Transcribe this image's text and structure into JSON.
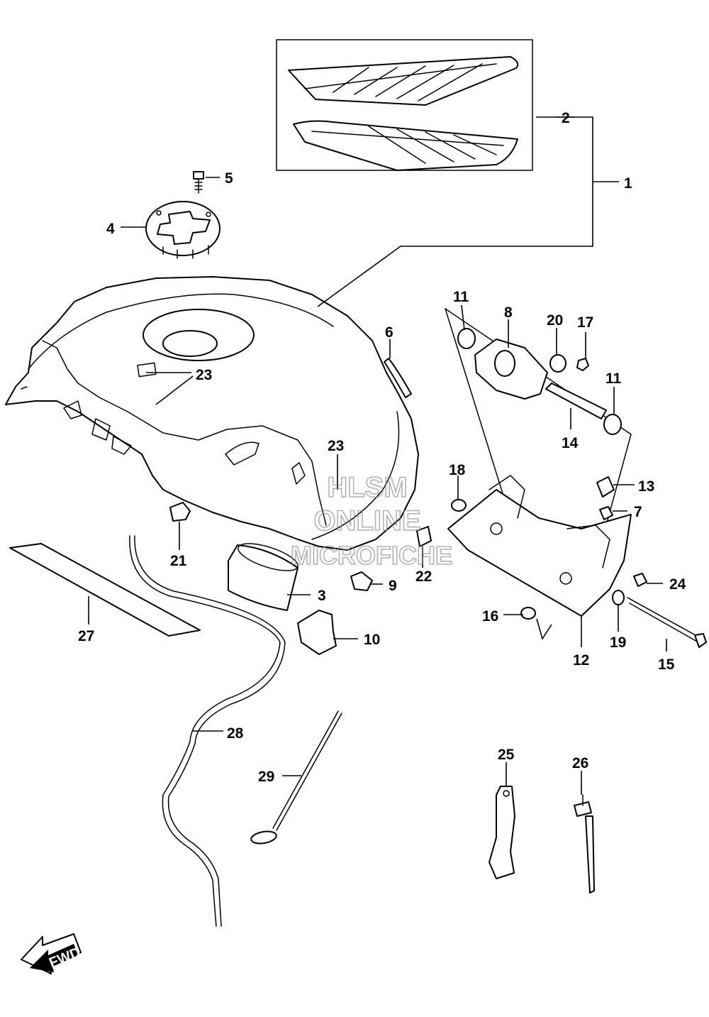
{
  "watermark": {
    "line1": "HLSM",
    "line2": "ONLINE",
    "line3": "MICROFICHE"
  },
  "direction_arrow": "FWD",
  "callouts": {
    "c1": "1",
    "c2": "2",
    "c3": "3",
    "c4": "4",
    "c5": "5",
    "c6": "6",
    "c7": "7",
    "c8": "8",
    "c9": "9",
    "c10": "10",
    "c11a": "11",
    "c11b": "11",
    "c12": "12",
    "c13": "13",
    "c14": "14",
    "c15": "15",
    "c16": "16",
    "c17": "17",
    "c18": "18",
    "c19": "19",
    "c20": "20",
    "c21": "21",
    "c22": "22",
    "c23a": "23",
    "c23b": "23",
    "c24": "24",
    "c25": "25",
    "c26": "26",
    "c27": "27",
    "c28": "28",
    "c29": "29"
  }
}
